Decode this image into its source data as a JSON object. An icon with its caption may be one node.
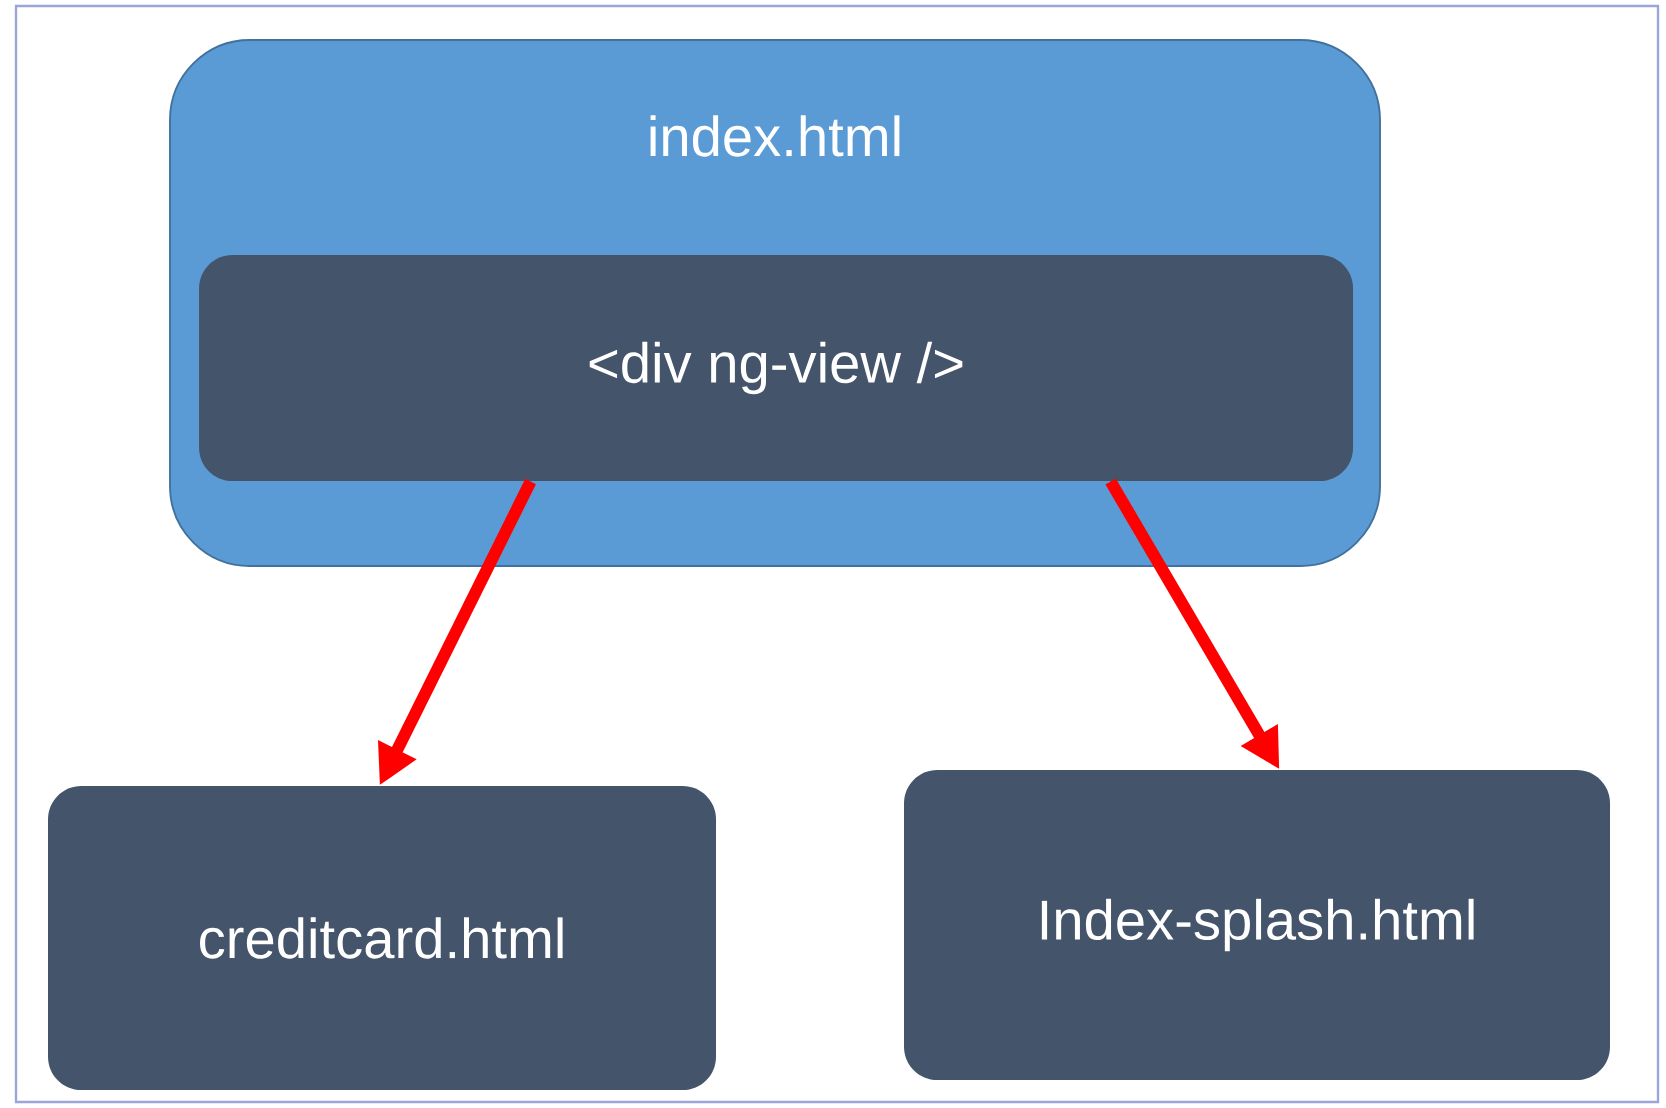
{
  "diagram": {
    "nodes": [
      {
        "text": [
          "index.html"
        ]
      },
      {
        "text": [
          "<div ng-view />"
        ],
        "in": 0
      },
      {
        "text": [
          "creditcard.html"
        ]
      },
      {
        "text": [
          "Index-splash.html"
        ]
      }
    ],
    "edges": [
      {
        "from": 1,
        "to": 2,
        "arrow": "to"
      },
      {
        "from": 1,
        "to": 3,
        "arrow": "to"
      }
    ]
  }
}
